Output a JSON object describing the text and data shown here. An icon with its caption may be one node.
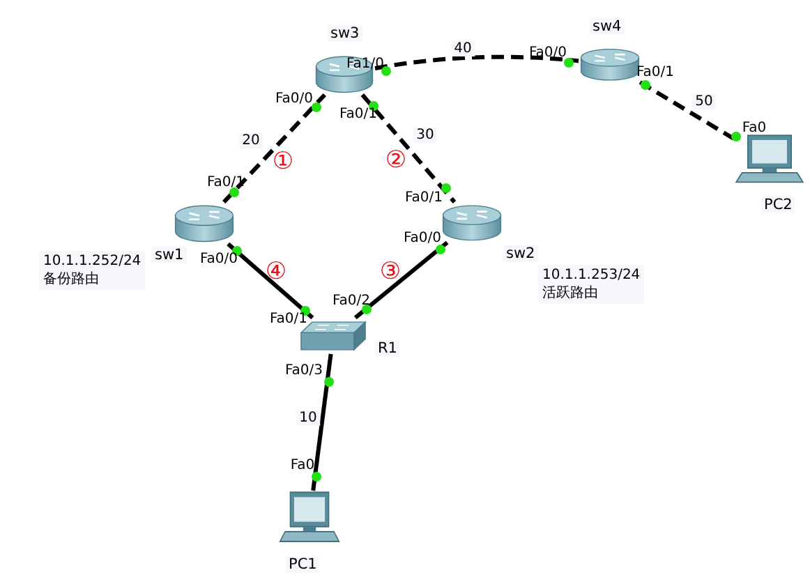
{
  "diagram": {
    "nodes": [
      {
        "text": [
          "sw3"
        ]
      },
      {
        "text": [
          "sw4"
        ]
      },
      {
        "text": [
          "PC2"
        ]
      },
      {
        "text": [
          "sw1"
        ],
        "beside": [
          "10.1.1.252/24",
          "备份路由"
        ]
      },
      {
        "text": [
          "sw2"
        ],
        "beside": [
          "10.1.1.253/24",
          "活跃路由"
        ]
      },
      {
        "text": [
          "R1"
        ]
      },
      {
        "text": [
          "PC1"
        ]
      }
    ],
    "edges": [
      {
        "from": 0,
        "to": 1,
        "arrow": "none",
        "label": "40",
        "style": "dashed"
      },
      {
        "from": 1,
        "to": 2,
        "arrow": "none",
        "label": "50",
        "style": "dashed"
      },
      {
        "from": 3,
        "to": 0,
        "arrow": "none",
        "label": "20",
        "style": "dashed"
      },
      {
        "from": 0,
        "to": 4,
        "arrow": "none",
        "label": "30",
        "style": "dashed"
      },
      {
        "from": 3,
        "to": 5,
        "arrow": "none"
      },
      {
        "from": 4,
        "to": 5,
        "arrow": "none"
      },
      {
        "from": 5,
        "to": 6,
        "arrow": "none",
        "label": "10"
      }
    ],
    "labels": [
      "Fa1/0",
      "Fa0/0",
      "Fa0/0",
      "Fa0/1",
      "Fa0/1",
      "Fa0/1",
      "Fa0",
      "①",
      "②",
      "Fa0/1",
      "Fa0/0",
      "Fa0/0",
      "④",
      "③",
      "Fa0/2",
      "Fa0/1",
      "Fa0/3",
      "Fa0"
    ]
  }
}
